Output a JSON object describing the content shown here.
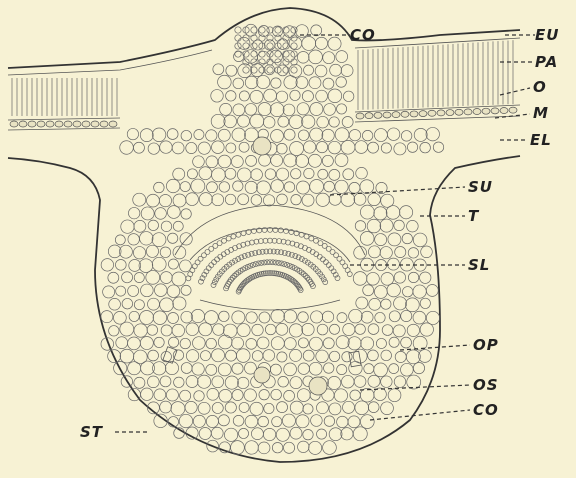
{
  "figure": {
    "labels": {
      "co_top": "CO",
      "eu": "EU",
      "pa": "PA",
      "o": "O",
      "m": "M",
      "el": "EL",
      "su": "SU",
      "t": "T",
      "sl": "SL",
      "op": "OP",
      "os": "OS",
      "co_bottom": "CO",
      "st": "ST"
    }
  }
}
